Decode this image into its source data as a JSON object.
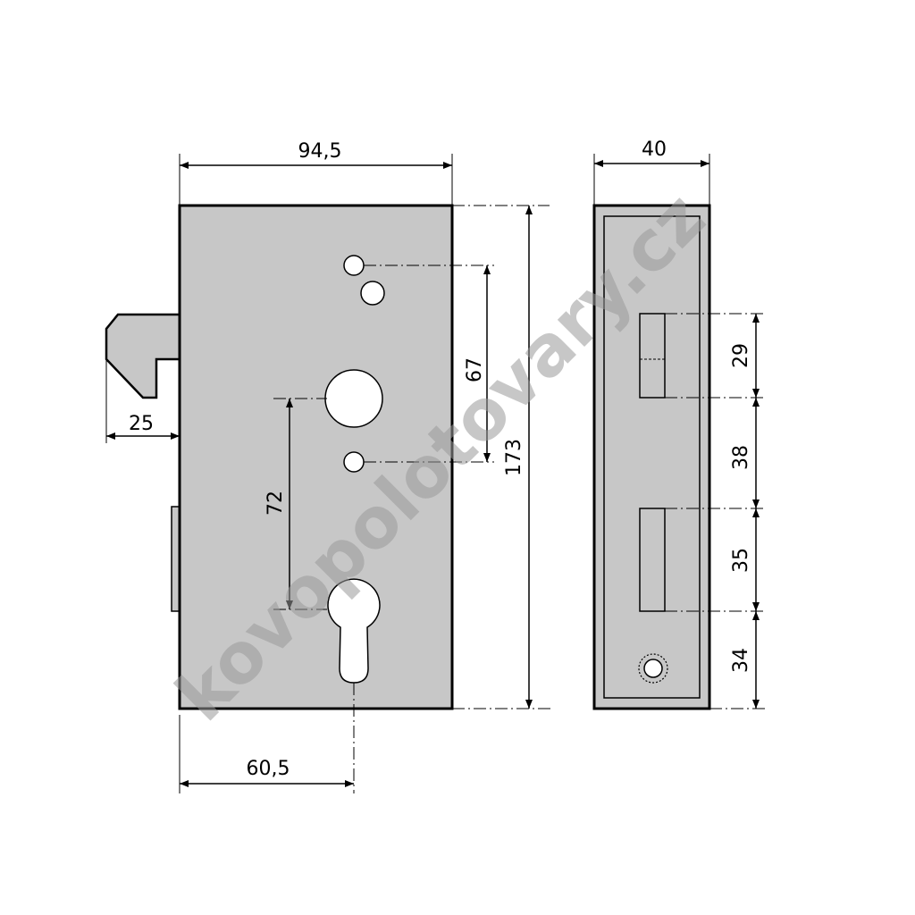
{
  "front_view": {
    "width_label": "94,5",
    "height_label": "173",
    "hole_spacing_label": "67",
    "keyhole_spacing_label": "72",
    "hook_label": "25",
    "backset_label": "60,5"
  },
  "side_view": {
    "width_label": "40",
    "segments": [
      "29",
      "38",
      "35",
      "34"
    ]
  },
  "watermark": "kovopolotovary.cz"
}
